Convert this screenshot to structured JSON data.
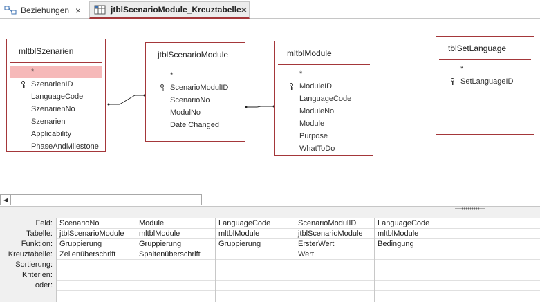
{
  "tabs": [
    {
      "label": "Beziehungen",
      "close": "×"
    },
    {
      "label": "jtblScenarioModule_Kreuztabelle",
      "close": "×"
    }
  ],
  "tables": [
    {
      "name": "mltblSzenarien",
      "fields": [
        "*",
        "SzenarienID",
        "LanguageCode",
        "SzenarienNo",
        "Szenarien",
        "Applicability",
        "PhaseAndMilestone"
      ],
      "key_index": 1,
      "selected_index": 0
    },
    {
      "name": "jtblScenarioModule",
      "fields": [
        "*",
        "ScenarioModulID",
        "ScenarioNo",
        "ModulNo",
        "Date Changed"
      ],
      "key_index": 1
    },
    {
      "name": "mltblModule",
      "fields": [
        "*",
        "ModuleID",
        "LanguageCode",
        "ModuleNo",
        "Module",
        "Purpose",
        "WhatToDo"
      ],
      "key_index": 1
    },
    {
      "name": "tblSetLanguage",
      "fields": [
        "*",
        "SetLanguageID"
      ],
      "key_index": 1
    }
  ],
  "grid": {
    "row_labels": [
      "Feld:",
      "Tabelle:",
      "Funktion:",
      "Kreuztabelle:",
      "Sortierung:",
      "Kriterien:",
      "oder:"
    ],
    "columns": [
      [
        "ScenarioNo",
        "jtblScenarioModule",
        "Gruppierung",
        "Zeilenüberschrift",
        "",
        "",
        "",
        "",
        ""
      ],
      [
        "Module",
        "mltblModule",
        "Gruppierung",
        "Spaltenüberschrift",
        "",
        "",
        "",
        "",
        ""
      ],
      [
        "LanguageCode",
        "mltblModule",
        "Gruppierung",
        "",
        "",
        "",
        "",
        "",
        ""
      ],
      [
        "ScenarioModulID",
        "jtblScenarioModule",
        "ErsterWert",
        "Wert",
        "",
        "",
        "",
        "",
        ""
      ],
      [
        "LanguageCode",
        "mltblModule",
        "Bedingung",
        "",
        "",
        "",
        "",
        "",
        ""
      ]
    ]
  },
  "colors": {
    "accent": "#a4373a",
    "selection": "#f6b9b9",
    "grid_bg": "#f0f0f0"
  }
}
